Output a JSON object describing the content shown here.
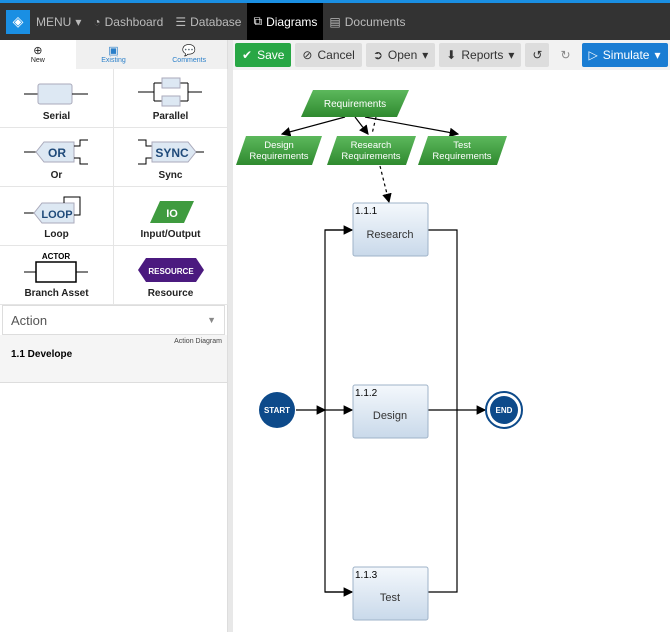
{
  "topbar": {
    "menu": "MENU",
    "nav": [
      "Dashboard",
      "Database",
      "Diagrams",
      "Documents"
    ],
    "active": "Diagrams"
  },
  "left": {
    "tabs": [
      "New",
      "Existing",
      "Comments"
    ],
    "palette": [
      "Serial",
      "Parallel",
      "Or",
      "Sync",
      "Loop",
      "Input/Output",
      "Branch Asset",
      "Resource"
    ],
    "glyphs": {
      "or": "OR",
      "sync": "SYNC",
      "loop": "LOOP",
      "io": "IO",
      "actor": "ACTOR",
      "resource": "RESOURCE"
    },
    "select_value": "Action",
    "diagram_type": "Action Diagram",
    "tree_item": "1.1 Develope"
  },
  "toolbar": {
    "save": "Save",
    "cancel": "Cancel",
    "open": "Open",
    "reports": "Reports",
    "simulate": "Simulate"
  },
  "diagram": {
    "requirements": "Requirements",
    "design_req": [
      "Design",
      "Requirements"
    ],
    "research_req": [
      "Research",
      "Requirements"
    ],
    "test_req": [
      "Test",
      "Requirements"
    ],
    "actions": [
      {
        "num": "1.1.1",
        "label": "Research"
      },
      {
        "num": "1.1.2",
        "label": "Design"
      },
      {
        "num": "1.1.3",
        "label": "Test"
      }
    ],
    "start": "START",
    "end": "END"
  },
  "colors": {
    "accent": "#1a8fe3",
    "save": "#28a745",
    "simulate": "#1a7dd3",
    "io": "#3f9b3f",
    "resource": "#4b1a7f",
    "node": "#0d4a8a"
  }
}
